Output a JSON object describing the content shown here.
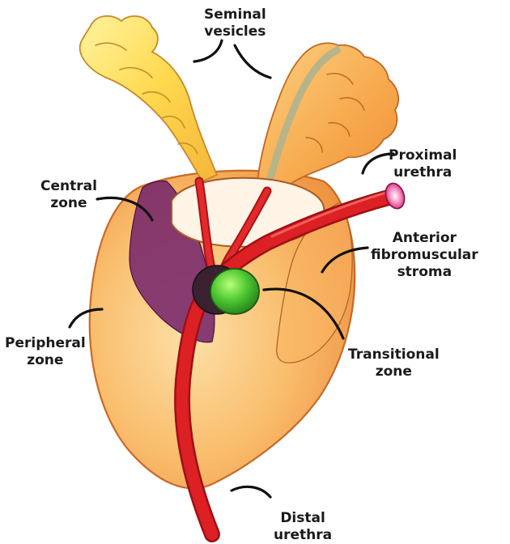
{
  "labels": {
    "seminal_vesicles": [
      "Seminal",
      "vesicles"
    ],
    "proximal_urethra": [
      "Proximal",
      "urethra"
    ],
    "central_zone": [
      "Central",
      "zone"
    ],
    "anterior_fibromuscular_stroma": [
      "Anterior",
      "fibromuscular",
      "stroma"
    ],
    "peripheral_zone": [
      "Peripheral",
      "zone"
    ],
    "transitional_zone": [
      "Transitional",
      "zone"
    ],
    "distal_urethra": [
      "Distal",
      "urethra"
    ]
  },
  "colors": {
    "peripheral": "#f4a04a",
    "peripheral_light": "#fde0a8",
    "central": "#7b2a6b",
    "urethra": "#d81e22",
    "urethra_tip": "#f06aa8",
    "transitional": "#3dbb2e",
    "seminal": "#ffd34a",
    "seminal_dark": "#f6a13c",
    "outline": "#111111"
  }
}
